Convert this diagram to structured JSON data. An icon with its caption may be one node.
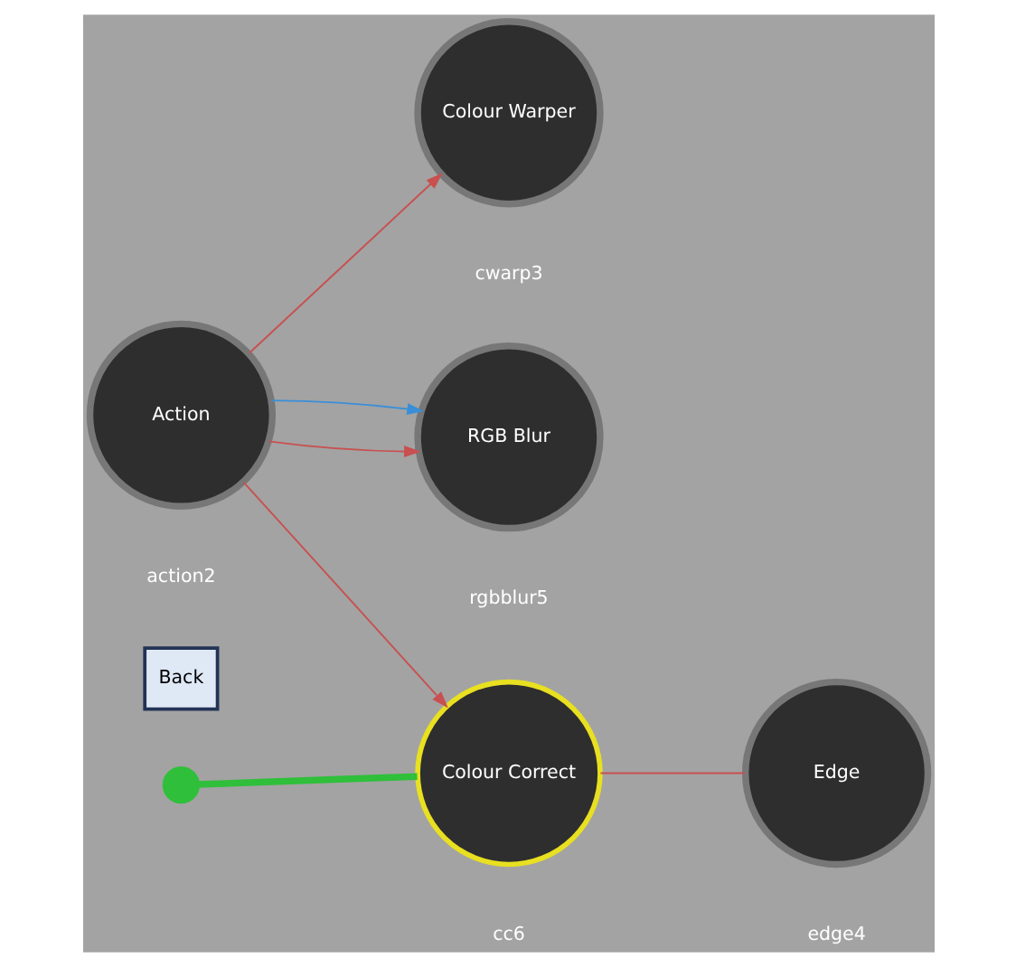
{
  "diagram": {
    "nodes": [
      {
        "text": [
          "Action"
        ],
        "beside": [
          "action2"
        ]
      },
      {
        "text": [
          "Colour Warper"
        ],
        "beside": [
          "cwarp3"
        ]
      },
      {
        "text": [
          "RGB Blur"
        ],
        "beside": [
          "rgbblur5"
        ]
      },
      {
        "text": [
          "Back"
        ]
      },
      {
        "text": [],
        "shape": "circle"
      },
      {
        "text": [
          "Colour Correct"
        ],
        "beside": [
          "cc6"
        ]
      },
      {
        "text": [
          "Edge"
        ],
        "beside": [
          "edge4"
        ]
      }
    ],
    "edges": [
      {
        "from": 0,
        "to": 1,
        "arrow": "to"
      },
      {
        "from": 0,
        "to": 2,
        "arrow": "to"
      },
      {
        "from": 0,
        "to": 2,
        "arrow": "to",
        "color": "#3a8fd8"
      },
      {
        "from": 0,
        "to": 5,
        "arrow": "to"
      },
      {
        "from": 4,
        "to": 5,
        "arrow": "none",
        "color": "#2fbf3a",
        "style": "thick"
      },
      {
        "from": 5,
        "to": 6,
        "arrow": "none"
      }
    ]
  }
}
